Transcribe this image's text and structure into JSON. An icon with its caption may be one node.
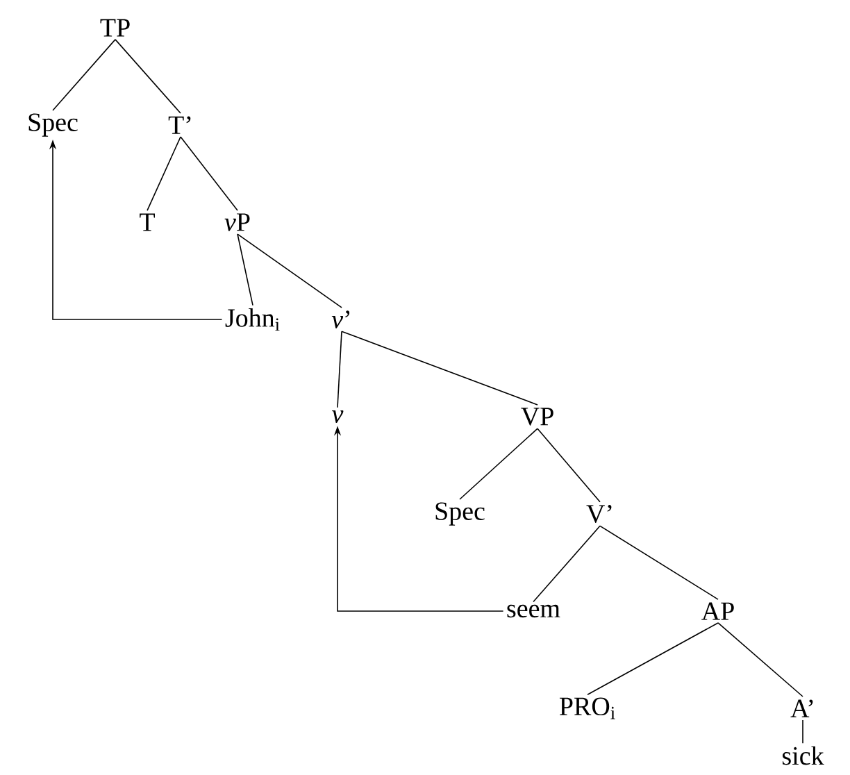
{
  "diagram": {
    "nodes": [
      {
        "text": [
          "TP"
        ]
      },
      {
        "text": [
          "Spec"
        ]
      },
      {
        "text": [
          "T’"
        ]
      },
      {
        "text": [
          "T"
        ]
      },
      {
        "text": [
          "vP"
        ]
      },
      {
        "text": [
          "John$_{i}$"
        ]
      },
      {
        "text": [
          "*v*’"
        ]
      },
      {
        "text": [
          "v"
        ]
      },
      {
        "text": [
          "VP"
        ]
      },
      {
        "text": [
          "Spec"
        ]
      },
      {
        "text": [
          "V’"
        ]
      },
      {
        "text": [
          "seem"
        ]
      },
      {
        "text": [
          "AP"
        ]
      },
      {
        "text": [
          "PRO$_{i}$"
        ]
      },
      {
        "text": [
          "A’"
        ]
      },
      {
        "text": [
          "sick"
        ]
      }
    ],
    "edges": [
      {
        "from": 0,
        "to": 1,
        "arrow": "none"
      },
      {
        "from": 0,
        "to": 2,
        "arrow": "none"
      },
      {
        "from": 2,
        "to": 3,
        "arrow": "none"
      },
      {
        "from": 2,
        "to": 4,
        "arrow": "none"
      },
      {
        "from": 4,
        "to": 5,
        "arrow": "none"
      },
      {
        "from": 4,
        "to": 6,
        "arrow": "none"
      },
      {
        "from": 6,
        "to": 7,
        "arrow": "none"
      },
      {
        "from": 6,
        "to": 8,
        "arrow": "none"
      },
      {
        "from": 8,
        "to": 9,
        "arrow": "none"
      },
      {
        "from": 8,
        "to": 10,
        "arrow": "none"
      },
      {
        "from": 10,
        "to": 11,
        "arrow": "none"
      },
      {
        "from": 10,
        "to": 12,
        "arrow": "none"
      },
      {
        "from": 12,
        "to": 13,
        "arrow": "none"
      },
      {
        "from": 12,
        "to": 14,
        "arrow": "none"
      },
      {
        "from": 14,
        "to": 15,
        "arrow": "none"
      },
      {
        "from": 5,
        "to": 1,
        "arrow": "to"
      },
      {
        "from": 11,
        "to": 7,
        "arrow": "to"
      }
    ]
  }
}
